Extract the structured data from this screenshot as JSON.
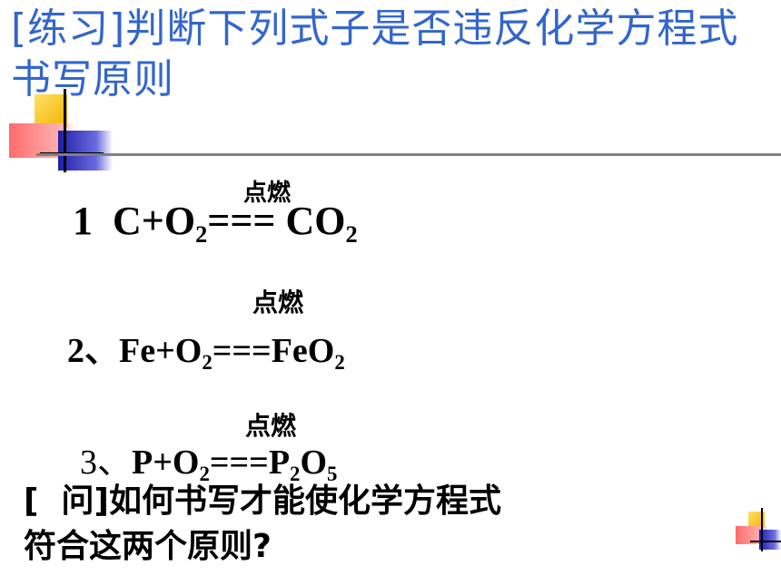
{
  "title": "[练习]判断下列式子是否违反化学方程式书写原则",
  "equations": [
    {
      "condition": "点燃",
      "prefix": "1  ",
      "reactant1": "C+O",
      "reactant1_sub": "2",
      "sign": "===",
      "product": " CO",
      "product_sub": "2"
    },
    {
      "condition": "点燃",
      "prefix": "2、",
      "reactant1": "Fe+O",
      "reactant1_sub": "2",
      "sign": "===",
      "product": "FeO",
      "product_sub": "2"
    },
    {
      "condition": "点燃",
      "prefix": "3、",
      "reactant1": "P+O",
      "reactant1_sub": "2",
      "sign": "===",
      "product": "P",
      "product_sub": "2",
      "product2": "O",
      "product2_sub": "5"
    }
  ],
  "question_line1": "[  问]如何书写才能使化学方程式",
  "question_line2": "符合这两个原则?",
  "colors": {
    "title": "#3366cc",
    "text": "#000000",
    "rule": "#808080"
  }
}
